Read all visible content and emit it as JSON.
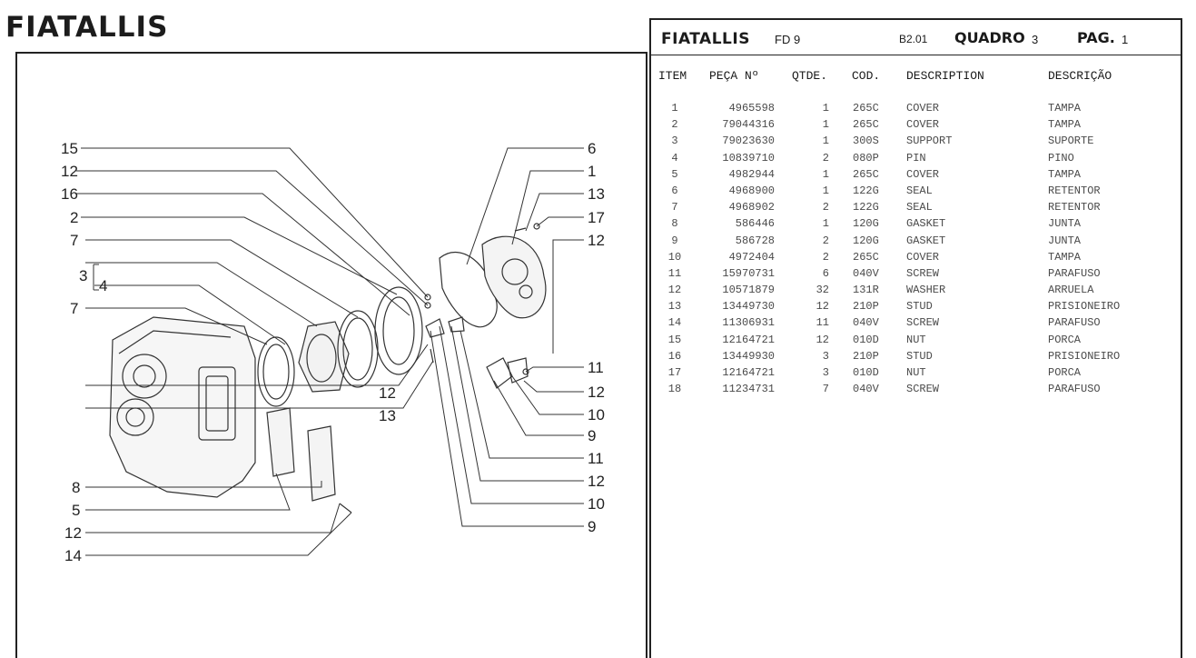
{
  "page": {
    "brand": "FIATALLIS"
  },
  "table_header": {
    "brand": "FIATALLIS",
    "model": "FD 9",
    "code": "B2.01",
    "quadro_label": "QUADRO",
    "quadro_number": "3",
    "pag_label": "PAG.",
    "pag_number": "1"
  },
  "columns": {
    "item": "ITEM",
    "peca": "PEÇA Nº",
    "qtde": "QTDE.",
    "cod": "COD.",
    "description": "DESCRIPTION",
    "descricao": "DESCRIÇÃO"
  },
  "parts": [
    {
      "item": "1",
      "peca": "4965598",
      "qtde": "1",
      "cod": "265C",
      "description": "COVER",
      "descricao": "TAMPA"
    },
    {
      "item": "2",
      "peca": "79044316",
      "qtde": "1",
      "cod": "265C",
      "description": "COVER",
      "descricao": "TAMPA"
    },
    {
      "item": "3",
      "peca": "79023630",
      "qtde": "1",
      "cod": "300S",
      "description": "SUPPORT",
      "descricao": "SUPORTE"
    },
    {
      "item": "4",
      "peca": "10839710",
      "qtde": "2",
      "cod": "080P",
      "description": "PIN",
      "descricao": "PINO"
    },
    {
      "item": "5",
      "peca": "4982944",
      "qtde": "1",
      "cod": "265C",
      "description": "COVER",
      "descricao": "TAMPA"
    },
    {
      "item": "6",
      "peca": "4968900",
      "qtde": "1",
      "cod": "122G",
      "description": "SEAL",
      "descricao": "RETENTOR"
    },
    {
      "item": "7",
      "peca": "4968902",
      "qtde": "2",
      "cod": "122G",
      "description": "SEAL",
      "descricao": "RETENTOR"
    },
    {
      "item": "8",
      "peca": "586446",
      "qtde": "1",
      "cod": "120G",
      "description": "GASKET",
      "descricao": "JUNTA"
    },
    {
      "item": "9",
      "peca": "586728",
      "qtde": "2",
      "cod": "120G",
      "description": "GASKET",
      "descricao": "JUNTA"
    },
    {
      "item": "10",
      "peca": "4972404",
      "qtde": "2",
      "cod": "265C",
      "description": "COVER",
      "descricao": "TAMPA"
    },
    {
      "item": "11",
      "peca": "15970731",
      "qtde": "6",
      "cod": "040V",
      "description": "SCREW",
      "descricao": "PARAFUSO"
    },
    {
      "item": "12",
      "peca": "10571879",
      "qtde": "32",
      "cod": "131R",
      "description": "WASHER",
      "descricao": "ARRUELA"
    },
    {
      "item": "13",
      "peca": "13449730",
      "qtde": "12",
      "cod": "210P",
      "description": "STUD",
      "descricao": "PRISIONEIRO"
    },
    {
      "item": "14",
      "peca": "11306931",
      "qtde": "11",
      "cod": "040V",
      "description": "SCREW",
      "descricao": "PARAFUSO"
    },
    {
      "item": "15",
      "peca": "12164721",
      "qtde": "12",
      "cod": "010D",
      "description": "NUT",
      "descricao": "PORCA"
    },
    {
      "item": "16",
      "peca": "13449930",
      "qtde": "3",
      "cod": "210P",
      "description": "STUD",
      "descricao": "PRISIONEIRO"
    },
    {
      "item": "17",
      "peca": "12164721",
      "qtde": "3",
      "cod": "010D",
      "description": "NUT",
      "descricao": "PORCA"
    },
    {
      "item": "18",
      "peca": "11234731",
      "qtde": "7",
      "cod": "040V",
      "description": "SCREW",
      "descricao": "PARAFUSO"
    }
  ],
  "diagram_callouts": {
    "left": [
      "15",
      "12",
      "16",
      "2",
      "7",
      "3",
      "4",
      "7",
      "12",
      "13",
      "8",
      "5",
      "12",
      "14"
    ],
    "right": [
      "6",
      "1",
      "13",
      "17",
      "12",
      "11",
      "12",
      "10",
      "9",
      "11",
      "12",
      "10",
      "9"
    ]
  }
}
